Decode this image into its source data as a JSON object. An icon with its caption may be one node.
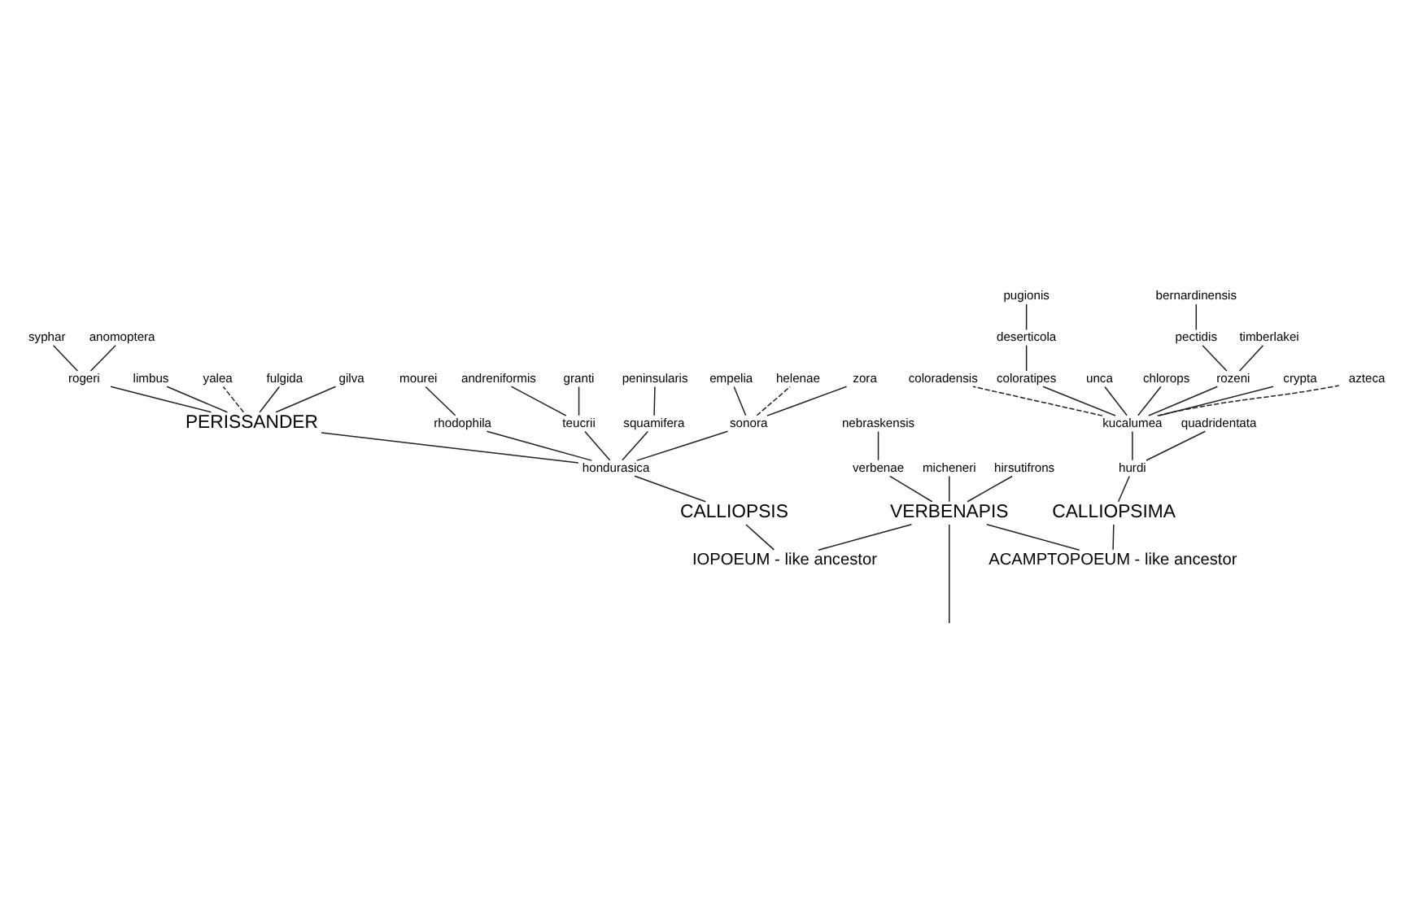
{
  "diagram": {
    "nodes": [
      {
        "text": [
          "syphar"
        ]
      },
      {
        "text": [
          "rogeri"
        ]
      },
      {
        "text": [
          "anomoptera"
        ]
      },
      {
        "text": [
          "limbus"
        ]
      },
      {
        "text": [
          "yalea"
        ]
      },
      {
        "text": [
          "fulgida"
        ]
      },
      {
        "text": [
          "gilva"
        ]
      },
      {
        "text": [
          "PERISSANDER"
        ]
      },
      {
        "text": [
          "rhodophila"
        ]
      },
      {
        "text": [
          "mourei"
        ]
      },
      {
        "text": [
          "andreniformis"
        ]
      },
      {
        "text": [
          "granti"
        ]
      },
      {
        "text": [
          "teucrii"
        ]
      },
      {
        "text": [
          "peninsularis"
        ]
      },
      {
        "text": [
          "squamifera"
        ]
      },
      {
        "text": [
          "sonora"
        ]
      },
      {
        "text": [
          "empelia"
        ]
      },
      {
        "text": [
          "helenae"
        ]
      },
      {
        "text": [
          "zora"
        ]
      },
      {
        "text": [
          "hondurasica"
        ]
      },
      {
        "text": [
          "CALLIOPSIS"
        ]
      },
      {
        "text": [
          "IOPOEUM - like ancestor"
        ]
      },
      {
        "text": [
          "nebraskensis"
        ]
      },
      {
        "text": [
          "verbenae"
        ]
      },
      {
        "text": [
          "micheneri"
        ]
      },
      {
        "text": [
          "hirsutifrons"
        ]
      },
      {
        "text": [
          "VERBENAPIS"
        ]
      },
      {
        "text": [
          "bernardinensis"
        ]
      },
      {
        "text": [
          "pugionis"
        ]
      },
      {
        "text": [
          "deserticola"
        ]
      },
      {
        "text": [
          "pectidis"
        ]
      },
      {
        "text": [
          "coloradensis"
        ]
      },
      {
        "text": [
          "coloratipes"
        ]
      },
      {
        "text": [
          "timberlakei"
        ]
      },
      {
        "text": [
          "unca"
        ]
      },
      {
        "text": [
          "chlorops"
        ]
      },
      {
        "text": [
          "rozeni"
        ]
      },
      {
        "text": [
          "crypta"
        ]
      },
      {
        "text": [
          "azteca"
        ]
      },
      {
        "text": [
          "kucalumea"
        ]
      },
      {
        "text": [
          "quadridentata"
        ]
      },
      {
        "text": [
          "hurdi"
        ]
      },
      {
        "text": [
          "CALLIOPSIMA"
        ]
      },
      {
        "text": [
          "ACAMPTOPOEUM - like ancestor"
        ]
      }
    ],
    "edges": [
      {
        "from": 21,
        "to": 26,
        "arrow": "none"
      },
      {
        "from": 43,
        "to": 26,
        "arrow": "none"
      },
      {
        "from": 26,
        "to": null,
        "arrow": "none"
      },
      {
        "from": 21,
        "to": 20,
        "arrow": "none"
      },
      {
        "from": 20,
        "to": 19,
        "arrow": "none"
      },
      {
        "from": 19,
        "to": 7,
        "arrow": "none"
      },
      {
        "from": 19,
        "to": 14,
        "arrow": "none"
      },
      {
        "from": 19,
        "to": 15,
        "arrow": "none"
      },
      {
        "from": 19,
        "to": 12,
        "arrow": "none"
      },
      {
        "from": 19,
        "to": 8,
        "arrow": "none"
      },
      {
        "from": 8,
        "to": 9,
        "arrow": "none"
      },
      {
        "from": 12,
        "to": 11,
        "arrow": "none"
      },
      {
        "from": 12,
        "to": 10,
        "arrow": "none"
      },
      {
        "from": 14,
        "to": 13,
        "arrow": "none"
      },
      {
        "from": 15,
        "to": 16,
        "arrow": "none"
      },
      {
        "from": 15,
        "to": 17,
        "arrow": "none",
        "style": "dashed"
      },
      {
        "from": 15,
        "to": 18,
        "arrow": "none"
      },
      {
        "from": 7,
        "to": 6,
        "arrow": "none"
      },
      {
        "from": 7,
        "to": 5,
        "arrow": "none"
      },
      {
        "from": 7,
        "to": 4,
        "arrow": "none",
        "style": "dashed"
      },
      {
        "from": 7,
        "to": 3,
        "arrow": "none"
      },
      {
        "from": 7,
        "to": 1,
        "arrow": "none"
      },
      {
        "from": 1,
        "to": 2,
        "arrow": "none"
      },
      {
        "from": 1,
        "to": 0,
        "arrow": "none"
      },
      {
        "from": 26,
        "to": 25,
        "arrow": "none"
      },
      {
        "from": 26,
        "to": 24,
        "arrow": "none"
      },
      {
        "from": 26,
        "to": 23,
        "arrow": "none"
      },
      {
        "from": 23,
        "to": 22,
        "arrow": "none"
      },
      {
        "from": 43,
        "to": 42,
        "arrow": "none"
      },
      {
        "from": 42,
        "to": 41,
        "arrow": "none"
      },
      {
        "from": 41,
        "to": 40,
        "arrow": "none"
      },
      {
        "from": 41,
        "to": 39,
        "arrow": "none"
      },
      {
        "from": 39,
        "to": 36,
        "arrow": "none"
      },
      {
        "from": 39,
        "to": 37,
        "arrow": "none"
      },
      {
        "from": 39,
        "to": 32,
        "arrow": "none"
      },
      {
        "from": 39,
        "to": 38,
        "arrow": "none",
        "style": "dashed"
      },
      {
        "from": 39,
        "to": 34,
        "arrow": "none"
      },
      {
        "from": 39,
        "to": 35,
        "arrow": "none"
      },
      {
        "from": 39,
        "to": 31,
        "arrow": "none",
        "style": "dashed"
      },
      {
        "from": 32,
        "to": 29,
        "arrow": "none"
      },
      {
        "from": 29,
        "to": 28,
        "arrow": "none"
      },
      {
        "from": 36,
        "to": 33,
        "arrow": "none"
      },
      {
        "from": 36,
        "to": 30,
        "arrow": "none"
      },
      {
        "from": 30,
        "to": 27,
        "arrow": "none"
      }
    ]
  }
}
